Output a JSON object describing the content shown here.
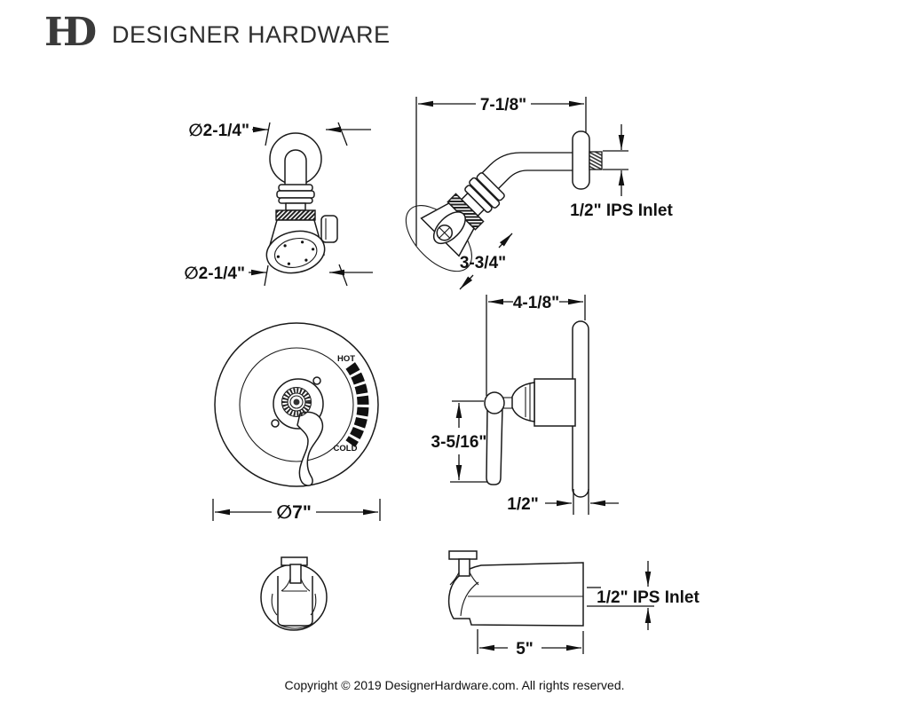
{
  "header": {
    "monogram": {
      "h": "H",
      "d": "D"
    },
    "brand": "DESIGNER HARDWARE"
  },
  "diagram": {
    "showerhead_front": {
      "dim_top": "∅2-1/4\"",
      "dim_bottom": "∅2-1/4\""
    },
    "showerhead_side": {
      "dim_width": "7-1/8\"",
      "dim_length": "3-3/4\"",
      "inlet": "1/2\" IPS Inlet"
    },
    "valve_front": {
      "hot": "HOT",
      "cold": "COLD",
      "dim_diameter": "∅7\""
    },
    "valve_side": {
      "dim_width": "4-1/8\"",
      "dim_handle": "3-5/16\"",
      "dim_plate": "1/2\""
    },
    "tub_spout_side": {
      "dim_length": "5\"",
      "inlet": "1/2\" IPS Inlet"
    }
  },
  "footer": {
    "copyright": "Copyright © 2019 DesignerHardware.com. All rights reserved."
  }
}
